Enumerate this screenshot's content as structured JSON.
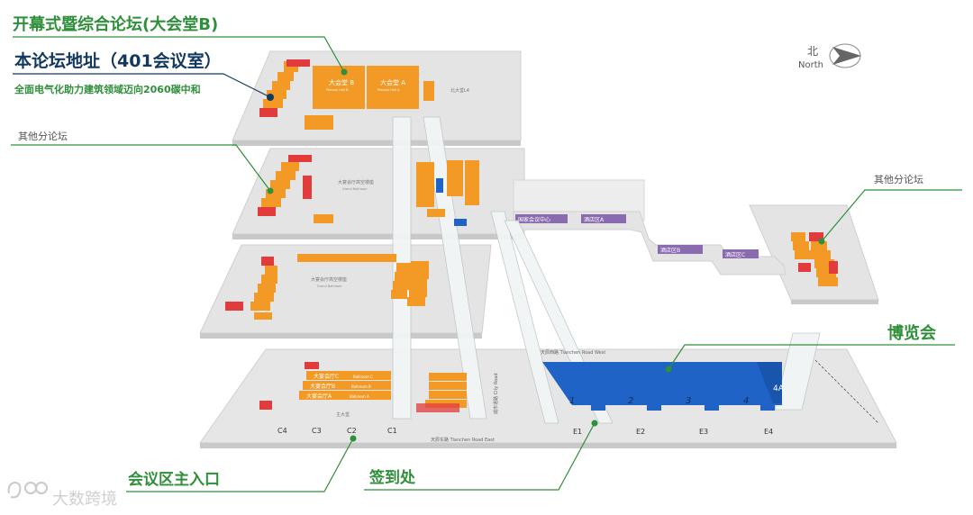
{
  "labels": {
    "opening_forum": "开幕式暨综合论坛(大会堂B)",
    "forum_address": "本论坛地址（401会议室）",
    "forum_topic": "全面电气化助力建筑领域迈向2060碳中和",
    "other_forums_left": "其他分论坛",
    "other_forums_right": "其他分论坛",
    "expo": "博览会",
    "main_entrance": "会议区主入口",
    "registration": "签到处"
  },
  "compass": {
    "cn": "北",
    "en": "North"
  },
  "watermark": "大数跨境",
  "colors": {
    "orange": "#f39a26",
    "red": "#e23b3b",
    "blue": "#1f63c6",
    "green": "#2f8f3a",
    "navy": "#13385f",
    "floor": "#e6e6e6"
  },
  "floor4": {
    "hall_b": "大会堂 B",
    "hall_a": "大会堂 A",
    "hall_b_en": "Plenary Hall B",
    "hall_a_en": "Plenary Hall A",
    "north_lobby": "北大堂L4"
  },
  "floor3": {
    "ballroom": "大宴会厅高空楼座",
    "ballroom_en": "Grand Ballroom"
  },
  "floor2": {
    "ballroom": "大宴会厅高空楼座",
    "ballroom_en": "Grand Ballroom"
  },
  "floor1": {
    "hall_c": "大宴会厅C",
    "hall_b": "大宴会厅B",
    "hall_a": "大宴会厅A",
    "ball_c": "Ballroom C",
    "ball_b": "Ballroom B",
    "ball_a": "Ballroom A",
    "main_lobby": "主大堂",
    "road_west": "天辰西路 Tianchen Road West",
    "road_east": "天辰东路 Tianchen Road East",
    "city_road": "城市道路 City Road",
    "gates": [
      "C4",
      "C3",
      "C2",
      "C1"
    ],
    "expo_gates": [
      "E1",
      "E2",
      "E3",
      "E4"
    ],
    "halls": [
      "1",
      "2",
      "3",
      "4",
      "4A"
    ]
  },
  "bridges": {
    "bridge_1": "国家会议中心",
    "bridge_2": "酒店区A",
    "bridge_3": "酒店区B",
    "bridge_4": "酒店区C"
  }
}
